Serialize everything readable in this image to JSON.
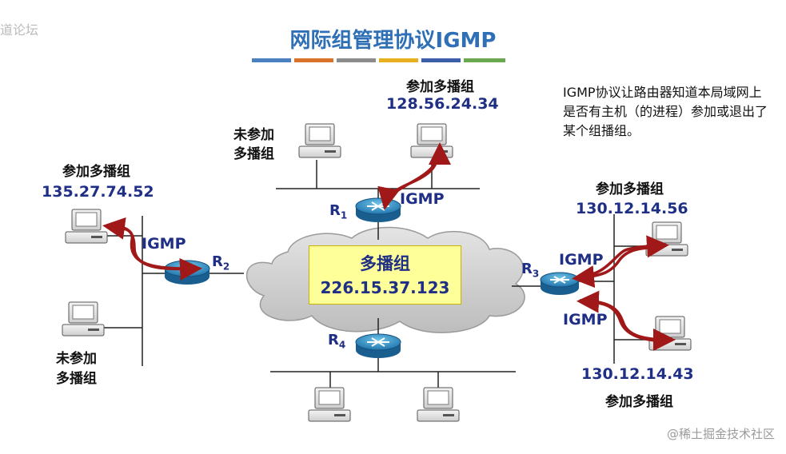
{
  "title": "网际组管理协议IGMP",
  "corner_text": "道论坛",
  "accent_colors": [
    "#4a7fc0",
    "#d9732b",
    "#8c8c8c",
    "#e8b020",
    "#3a5fa8",
    "#6aa84f"
  ],
  "note": "IGMP协议让路由器知道本局域网上是否有主机（的进程）参加或退出了某个组播组。",
  "multicast_group": {
    "label": "多播组",
    "address": "226.15.37.123"
  },
  "routers": [
    {
      "letter": "R",
      "sub": "1"
    },
    {
      "letter": "R",
      "sub": "2"
    },
    {
      "letter": "R",
      "sub": "3"
    },
    {
      "letter": "R",
      "sub": "4"
    }
  ],
  "hosts": {
    "top_joined": {
      "label": "参加多播组",
      "address": "128.56.24.34"
    },
    "top_not_joined": {
      "label_line1": "未参加",
      "label_line2": "多播组"
    },
    "left_joined": {
      "label": "参加多播组",
      "address": "135.27.74.52"
    },
    "left_not_joined": {
      "label_line1": "未参加",
      "label_line2": "多播组"
    },
    "right_top_joined": {
      "label": "参加多播组",
      "address": "130.12.14.56"
    },
    "right_bottom_joined": {
      "label": "参加多播组",
      "address": "130.12.14.43"
    }
  },
  "igmp_labels": [
    "IGMP",
    "IGMP",
    "IGMP",
    "IGMP"
  ],
  "watermark": "@稀土掘金技术社区"
}
